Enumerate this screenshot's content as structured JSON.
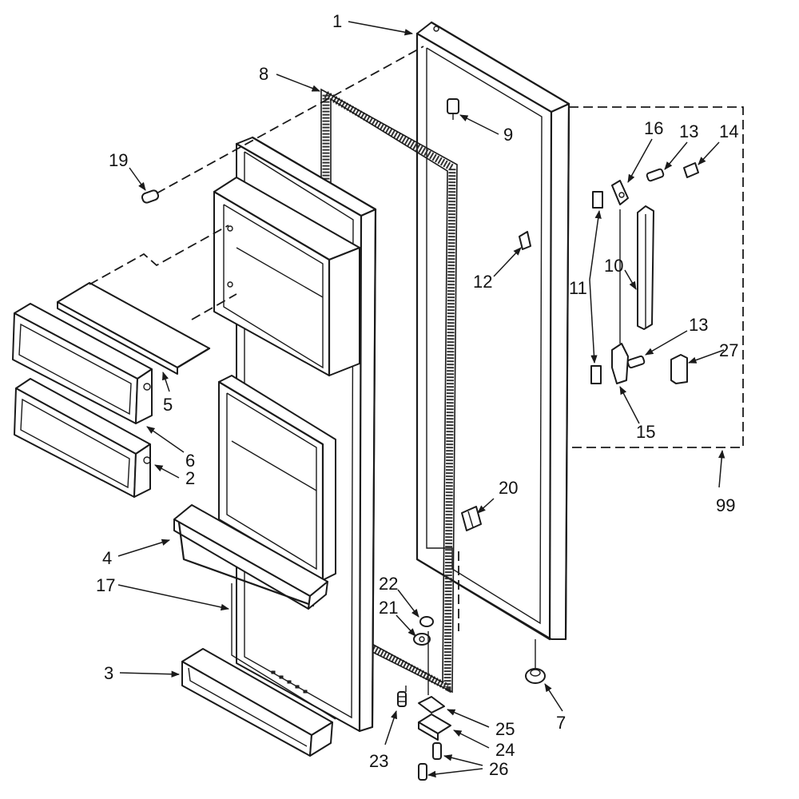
{
  "diagram": {
    "callouts": [
      {
        "id": "c1",
        "label": "1"
      },
      {
        "id": "c2",
        "label": "2"
      },
      {
        "id": "c3",
        "label": "3"
      },
      {
        "id": "c4",
        "label": "4"
      },
      {
        "id": "c5",
        "label": "5"
      },
      {
        "id": "c6",
        "label": "6"
      },
      {
        "id": "c7",
        "label": "7"
      },
      {
        "id": "c8",
        "label": "8"
      },
      {
        "id": "c9",
        "label": "9"
      },
      {
        "id": "c10",
        "label": "10"
      },
      {
        "id": "c11",
        "label": "11"
      },
      {
        "id": "c12",
        "label": "12"
      },
      {
        "id": "c13a",
        "label": "13"
      },
      {
        "id": "c13b",
        "label": "13"
      },
      {
        "id": "c14",
        "label": "14"
      },
      {
        "id": "c15",
        "label": "15"
      },
      {
        "id": "c16",
        "label": "16"
      },
      {
        "id": "c17",
        "label": "17"
      },
      {
        "id": "c19",
        "label": "19"
      },
      {
        "id": "c20",
        "label": "20"
      },
      {
        "id": "c21",
        "label": "21"
      },
      {
        "id": "c22",
        "label": "22"
      },
      {
        "id": "c23",
        "label": "23"
      },
      {
        "id": "c24",
        "label": "24"
      },
      {
        "id": "c25",
        "label": "25"
      },
      {
        "id": "c26",
        "label": "26"
      },
      {
        "id": "c27",
        "label": "27"
      },
      {
        "id": "c99",
        "label": "99"
      }
    ]
  }
}
